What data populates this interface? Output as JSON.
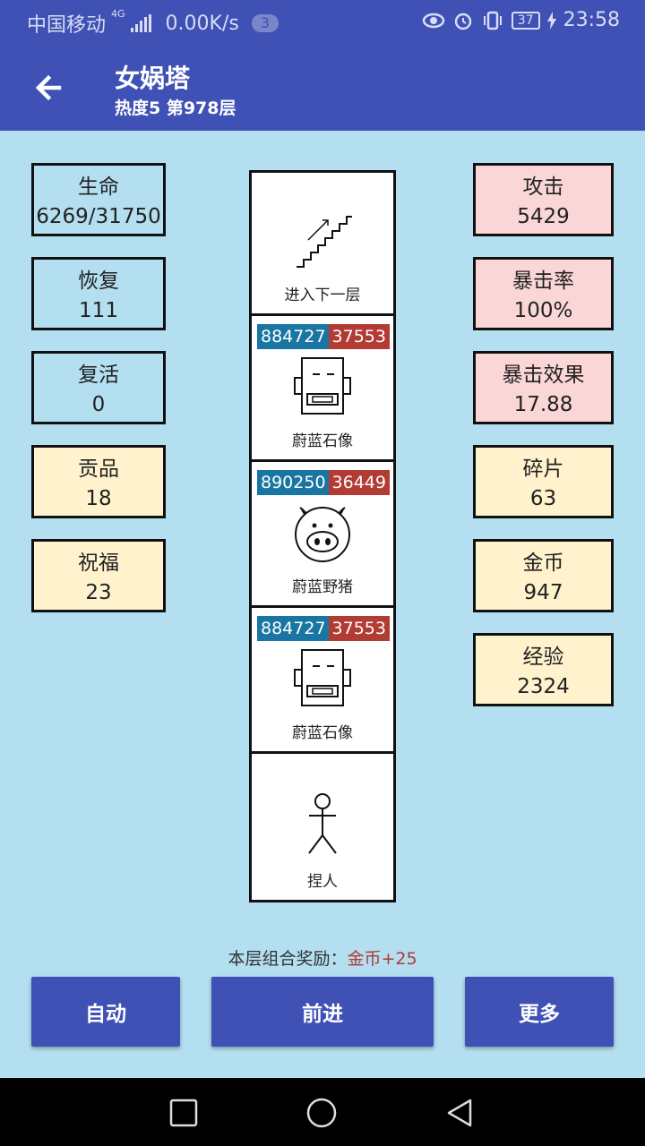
{
  "status": {
    "carrier": "中国移动",
    "network": "4G",
    "speed": "0.00K/s",
    "notif_count": "3",
    "battery": "37",
    "time": "23:58"
  },
  "app": {
    "title": "女娲塔",
    "subtitle": "热度5 第978层"
  },
  "left_stats": [
    {
      "label": "生命",
      "value": "6269/31750"
    },
    {
      "label": "恢复",
      "value": "111"
    },
    {
      "label": "复活",
      "value": "0"
    },
    {
      "label": "贡品",
      "value": "18"
    },
    {
      "label": "祝福",
      "value": "23"
    }
  ],
  "right_stats": [
    {
      "label": "攻击",
      "value": "5429"
    },
    {
      "label": "暴击率",
      "value": "100%"
    },
    {
      "label": "暴击效果",
      "value": "17.88"
    },
    {
      "label": "碎片",
      "value": "63"
    },
    {
      "label": "金币",
      "value": "947"
    },
    {
      "label": "经验",
      "value": "2324"
    }
  ],
  "tower": [
    {
      "name": "进入下一层",
      "icon": "stairs-icon"
    },
    {
      "name": "蔚蓝石像",
      "hp": "884727",
      "atk": "37553",
      "icon": "robot-icon"
    },
    {
      "name": "蔚蓝野猪",
      "hp": "890250",
      "atk": "36449",
      "icon": "pig-icon"
    },
    {
      "name": "蔚蓝石像",
      "hp": "884727",
      "atk": "37553",
      "icon": "robot-icon"
    },
    {
      "name": "捏人",
      "icon": "stick-figure-icon"
    }
  ],
  "reward": {
    "label": "本层组合奖励：",
    "value": "金币+25"
  },
  "buttons": {
    "auto": "自动",
    "forward": "前进",
    "more": "更多"
  },
  "colors": {
    "primary": "#3f51b5",
    "background": "#b3dff0",
    "hp_badge": "#1976a3",
    "atk_badge": "#b23b34",
    "yellow_cell": "#fff2cd",
    "pink_cell": "#fbd6d6"
  }
}
